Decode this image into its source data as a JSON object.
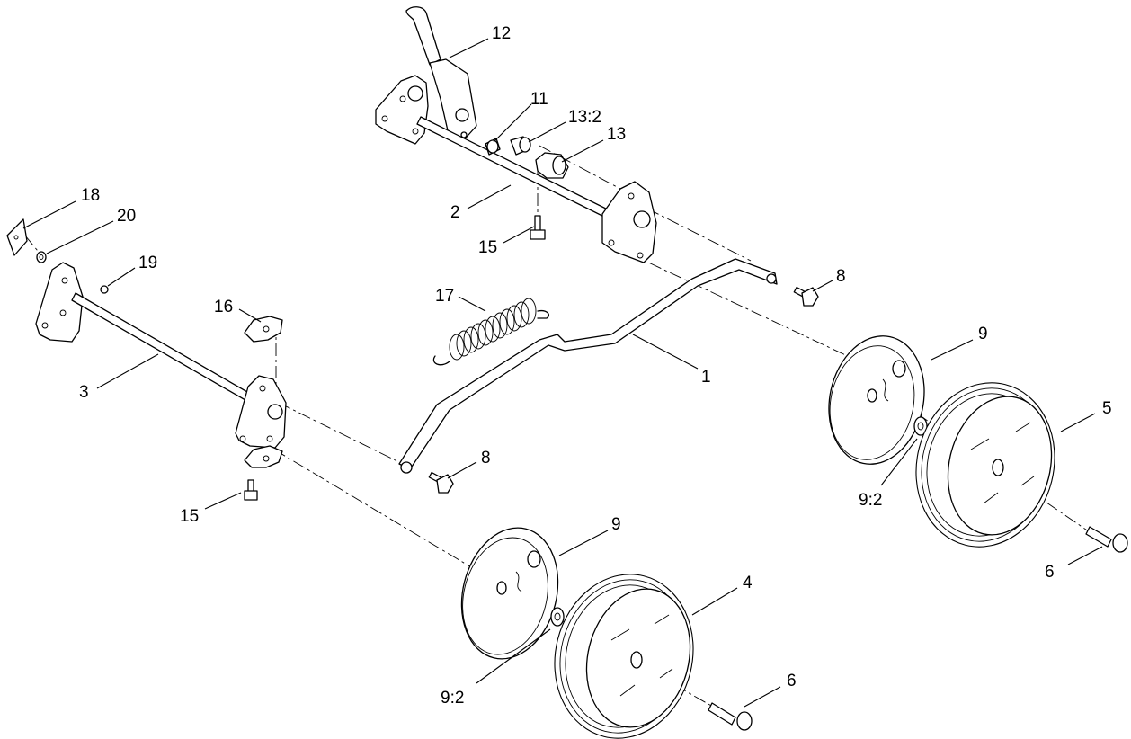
{
  "diagram": {
    "callouts": [
      {
        "id": "12",
        "label": "12"
      },
      {
        "id": "11",
        "label": "11"
      },
      {
        "id": "13-2",
        "label": "13:2"
      },
      {
        "id": "13",
        "label": "13"
      },
      {
        "id": "2",
        "label": "2"
      },
      {
        "id": "15-top",
        "label": "15"
      },
      {
        "id": "18",
        "label": "18"
      },
      {
        "id": "20",
        "label": "20"
      },
      {
        "id": "19",
        "label": "19"
      },
      {
        "id": "16",
        "label": "16"
      },
      {
        "id": "17",
        "label": "17"
      },
      {
        "id": "8-right",
        "label": "8"
      },
      {
        "id": "9-right",
        "label": "9"
      },
      {
        "id": "1",
        "label": "1"
      },
      {
        "id": "3",
        "label": "3"
      },
      {
        "id": "5",
        "label": "5"
      },
      {
        "id": "8-left",
        "label": "8"
      },
      {
        "id": "9-2-right",
        "label": "9:2"
      },
      {
        "id": "15-left",
        "label": "15"
      },
      {
        "id": "6-right",
        "label": "6"
      },
      {
        "id": "9-left",
        "label": "9"
      },
      {
        "id": "4",
        "label": "4"
      },
      {
        "id": "9-2-left",
        "label": "9:2"
      },
      {
        "id": "6-left",
        "label": "6"
      }
    ]
  }
}
